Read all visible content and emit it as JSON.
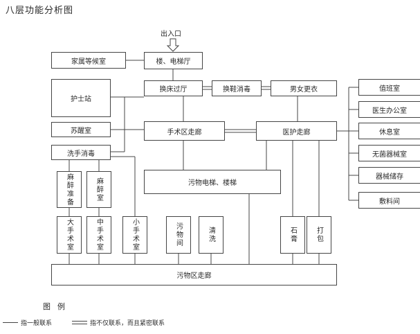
{
  "title": "八层功能分析图",
  "entrance": "出入口",
  "nodes": {
    "family_waiting": "家属等候室",
    "elevator_hall": "楼、电梯厅",
    "nurse_station": "护士站",
    "bed_transfer_hall": "换床过厅",
    "shoe_change": "换鞋消毒",
    "locker_room": "男女更衣",
    "duty_room": "值班室",
    "doctor_office": "医生办公室",
    "recovery_room": "苏醒室",
    "surgery_corridor": "手术区走廊",
    "medical_corridor": "医护走廊",
    "rest_room": "休息室",
    "hand_wash": "洗手消毒",
    "sterile_storage": "无菌器械室",
    "anesthesia_prep": "麻醉准备",
    "anesthesia_room": "麻醉室",
    "dirty_elevator": "污物电梯、楼梯",
    "equipment_storage": "器械储存",
    "dressing_room": "敷料间",
    "large_or": "大手术室",
    "medium_or": "中手术室",
    "small_or": "小手术室",
    "dirty_room": "污物间",
    "cleaning": "清洗",
    "plaster": "石膏",
    "bandage": "打包",
    "dirty_corridor": "污物区走廊"
  },
  "legend": {
    "title": "图例",
    "single": "指一般联系",
    "double": "指不仅联系，而且紧密联系"
  }
}
